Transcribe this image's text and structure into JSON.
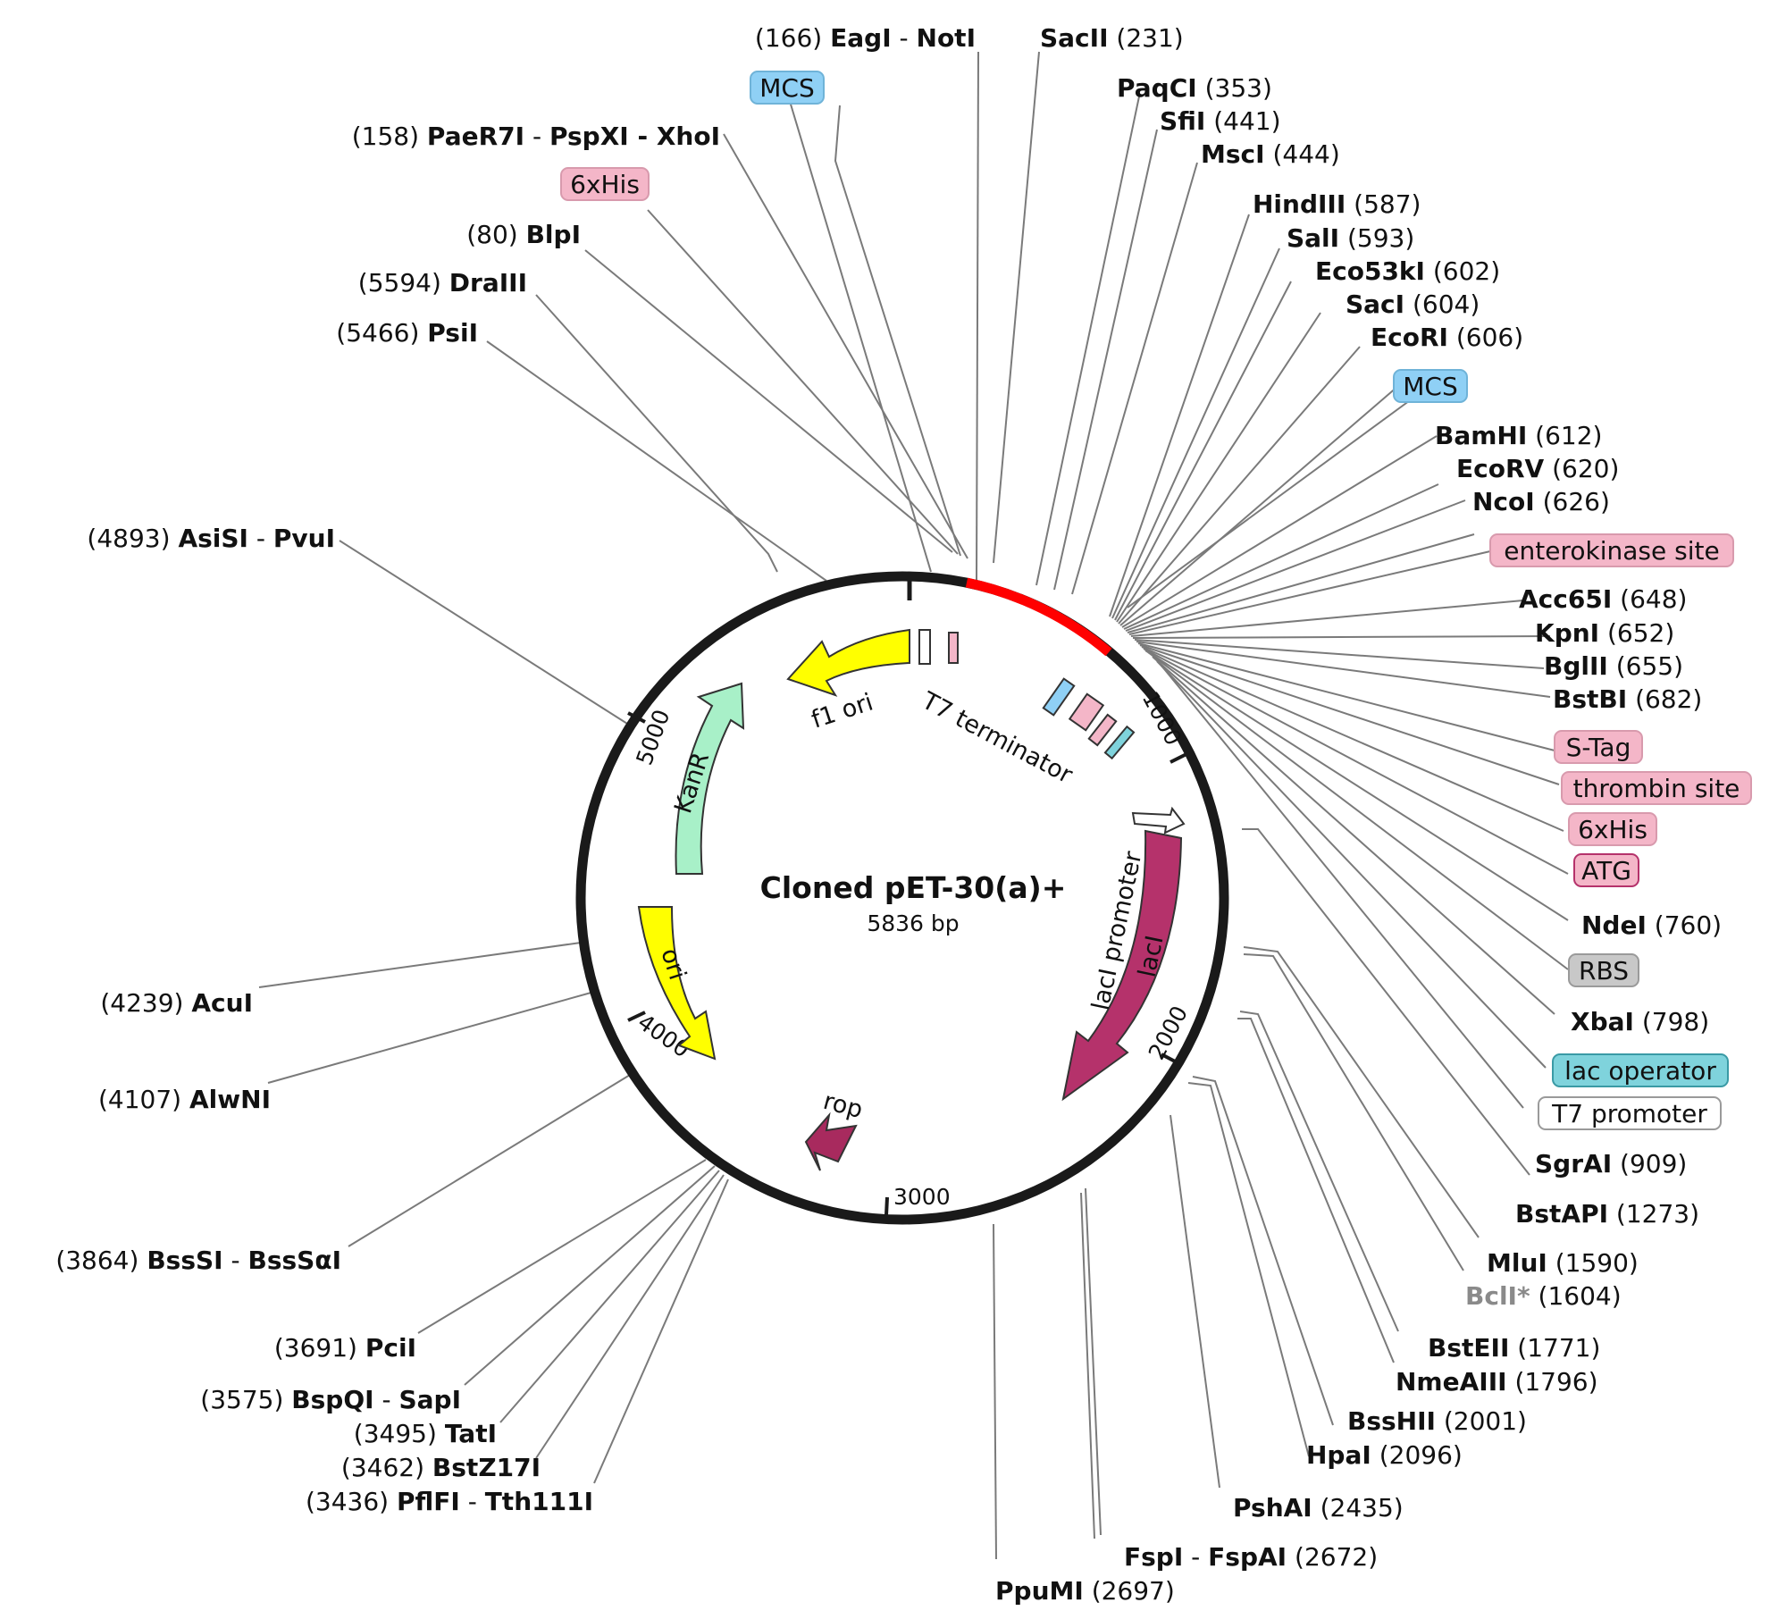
{
  "title": "Cloned pET-30(a)+",
  "length_label": "5836 bp",
  "colors": {
    "backbone": "#1a1a1a",
    "insert": "#ff0000",
    "yellow": "#ffff00",
    "kanr": "#a8f0c8",
    "laci": "#b5326b",
    "rop": "#a82a5e",
    "mcs": "#8fd0f5",
    "his": "#f4b6c8",
    "rbs": "#c8c8c8",
    "lacop": "#7fd3dc"
  },
  "ticks": [
    "1000",
    "2000",
    "3000",
    "4000",
    "5000"
  ],
  "features": {
    "f1_ori": "f1 ori",
    "t7_terminator": "T7 terminator",
    "kanr": "KanR",
    "ori": "ori",
    "laci": "lacI",
    "laci_promoter": "lacI promoter",
    "rop": "rop"
  },
  "feature_boxes": [
    {
      "text": "MCS",
      "color": "#8fd0f5"
    },
    {
      "text": "6xHis",
      "color": "#f4b6c8"
    },
    {
      "text": "MCS",
      "color": "#8fd0f5"
    },
    {
      "text": "enterokinase site",
      "color": "#f4b6c8"
    },
    {
      "text": "S-Tag",
      "color": "#f4b6c8"
    },
    {
      "text": "thrombin site",
      "color": "#f4b6c8"
    },
    {
      "text": "6xHis",
      "color": "#f4b6c8"
    },
    {
      "text": "ATG",
      "color": "#f4b6c8"
    },
    {
      "text": "RBS",
      "color": "#c8c8c8"
    },
    {
      "text": "lac operator",
      "color": "#7fd3dc"
    },
    {
      "text": "T7 promoter",
      "color": "#ffffff"
    }
  ],
  "sites": [
    {
      "pos": "(166)",
      "name": "EagI",
      "sep": " - ",
      "name2": "NotI"
    },
    {
      "pos": "(158)",
      "name": "PaeR7I",
      "sep": " - ",
      "name2": "PspXI - XhoI"
    },
    {
      "pos": "(80)",
      "name": "BlpI"
    },
    {
      "pos": "(5594)",
      "name": "DraIII"
    },
    {
      "pos": "(5466)",
      "name": "PsiI"
    },
    {
      "pos": "(4893)",
      "name": "AsiSI",
      "sep": " - ",
      "name2": "PvuI"
    },
    {
      "pos": "(4239)",
      "name": "AcuI"
    },
    {
      "pos": "(4107)",
      "name": "AlwNI"
    },
    {
      "pos": "(3864)",
      "name": "BssSI",
      "sep": " - ",
      "name2": "BssSαI"
    },
    {
      "pos": "(3691)",
      "name": "PciI"
    },
    {
      "pos": "(3575)",
      "name": "BspQI",
      "sep": " - ",
      "name2": "SapI"
    },
    {
      "pos": "(3495)",
      "name": "TatI"
    },
    {
      "pos": "(3462)",
      "name": "BstZ17I"
    },
    {
      "pos": "(3436)",
      "name": "PflFI",
      "sep": " - ",
      "name2": "Tth111I"
    },
    {
      "pos": "(231)",
      "name": "SacII"
    },
    {
      "pos": "(353)",
      "name": "PaqCI"
    },
    {
      "pos": "(441)",
      "name": "SfiI"
    },
    {
      "pos": "(444)",
      "name": "MscI"
    },
    {
      "pos": "(587)",
      "name": "HindIII"
    },
    {
      "pos": "(593)",
      "name": "SalI"
    },
    {
      "pos": "(602)",
      "name": "Eco53kI"
    },
    {
      "pos": "(604)",
      "name": "SacI"
    },
    {
      "pos": "(606)",
      "name": "EcoRI"
    },
    {
      "pos": "(612)",
      "name": "BamHI"
    },
    {
      "pos": "(620)",
      "name": "EcoRV"
    },
    {
      "pos": "(626)",
      "name": "NcoI"
    },
    {
      "pos": "(648)",
      "name": "Acc65I"
    },
    {
      "pos": "(652)",
      "name": "KpnI"
    },
    {
      "pos": "(655)",
      "name": "BglII"
    },
    {
      "pos": "(682)",
      "name": "BstBI"
    },
    {
      "pos": "(760)",
      "name": "NdeI"
    },
    {
      "pos": "(798)",
      "name": "XbaI"
    },
    {
      "pos": "(909)",
      "name": "SgrAI"
    },
    {
      "pos": "(1273)",
      "name": "BstAPI"
    },
    {
      "pos": "(1590)",
      "name": "MluI"
    },
    {
      "pos": "(1604)",
      "name": "BclI*"
    },
    {
      "pos": "(1771)",
      "name": "BstEII"
    },
    {
      "pos": "(1796)",
      "name": "NmeAIII"
    },
    {
      "pos": "(2001)",
      "name": "BssHII"
    },
    {
      "pos": "(2096)",
      "name": "HpaI"
    },
    {
      "pos": "(2435)",
      "name": "PshAI"
    },
    {
      "pos": "(2672)",
      "name": "FspI",
      "sep": " - ",
      "name2": "FspAI"
    },
    {
      "pos": "(2697)",
      "name": "PpuMI"
    }
  ]
}
